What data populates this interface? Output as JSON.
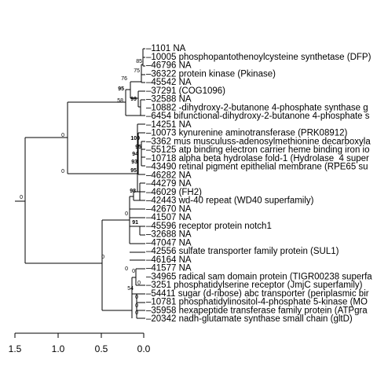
{
  "tree": {
    "leaves": [
      "1101 NA",
      "10005 phosphopantothenoylcysteine synthetase (DFP)",
      "46796 NA",
      "36322 protein kinase (Pkinase)",
      "45542 NA",
      "37291 (COG1096)",
      "32588 NA",
      "10882 -dihydroxy-2-butanone 4-phosphate synthase g",
      "6454 bifunctional-dihydroxy-2-butanone 4-phosphate s",
      "14251 NA",
      "10073 kynurenine aminotransferase (PRK08912)",
      "3362 mus musculuss-adenosylmethionine decarboxyla",
      "55125 atp binding electron carrier heme binding iron io",
      "10718 alpha beta hydrolase fold-1 (Hydrolase_4 super",
      "43490 retinal pigment epithelial membrane (RPE65 su",
      "46282 NA",
      "44279 NA",
      "46029 (FH2)",
      "42443 wd-40 repeat (WD40 superfamily)",
      "42670 NA",
      "41507 NA",
      "45596 receptor protein notch1",
      "32688 NA",
      "47047 NA",
      "42556 sulfate transporter family protein (SUL1)",
      "46164 NA",
      "41577 NA",
      "34965 radical sam domain protein (TIGR00238 superfa",
      "3251 phosphatidylserine receptor (JmjC superfamily)",
      "54411 sugar (d-ribose) abc transporter (periplasmic bir",
      "10781 phosphatidylinositol-4-phosphate 5-kinase (MO",
      "35958 hexapeptide transferase family protein (ATPgra",
      "20342 nadh-glutamate synthase small chain (gltD)"
    ],
    "node_labels": [
      {
        "text": "85",
        "bold": false
      },
      {
        "text": "75",
        "bold": false
      },
      {
        "text": "76",
        "bold": false
      },
      {
        "text": "95",
        "bold": true
      },
      {
        "text": "99",
        "bold": true
      },
      {
        "text": "58",
        "bold": false
      },
      {
        "text": "0",
        "bold": false
      },
      {
        "text": "100",
        "bold": true
      },
      {
        "text": "95",
        "bold": true
      },
      {
        "text": "94",
        "bold": true
      },
      {
        "text": "93",
        "bold": true
      },
      {
        "text": "95",
        "bold": true
      },
      {
        "text": "0",
        "bold": false
      },
      {
        "text": "98",
        "bold": true
      },
      {
        "text": "0",
        "bold": false
      },
      {
        "text": "91",
        "bold": true
      },
      {
        "text": "0",
        "bold": false
      },
      {
        "text": "0",
        "bold": false
      },
      {
        "text": "54",
        "bold": false
      },
      {
        "text": "0",
        "bold": false
      },
      {
        "text": "0",
        "bold": false
      },
      {
        "text": "0",
        "bold": false
      },
      {
        "text": "0",
        "bold": false
      },
      {
        "text": "0",
        "bold": false
      },
      {
        "text": "0",
        "bold": false
      }
    ]
  },
  "axis": {
    "ticks": [
      "1.5",
      "1.0",
      "0.5",
      "0.0"
    ]
  }
}
